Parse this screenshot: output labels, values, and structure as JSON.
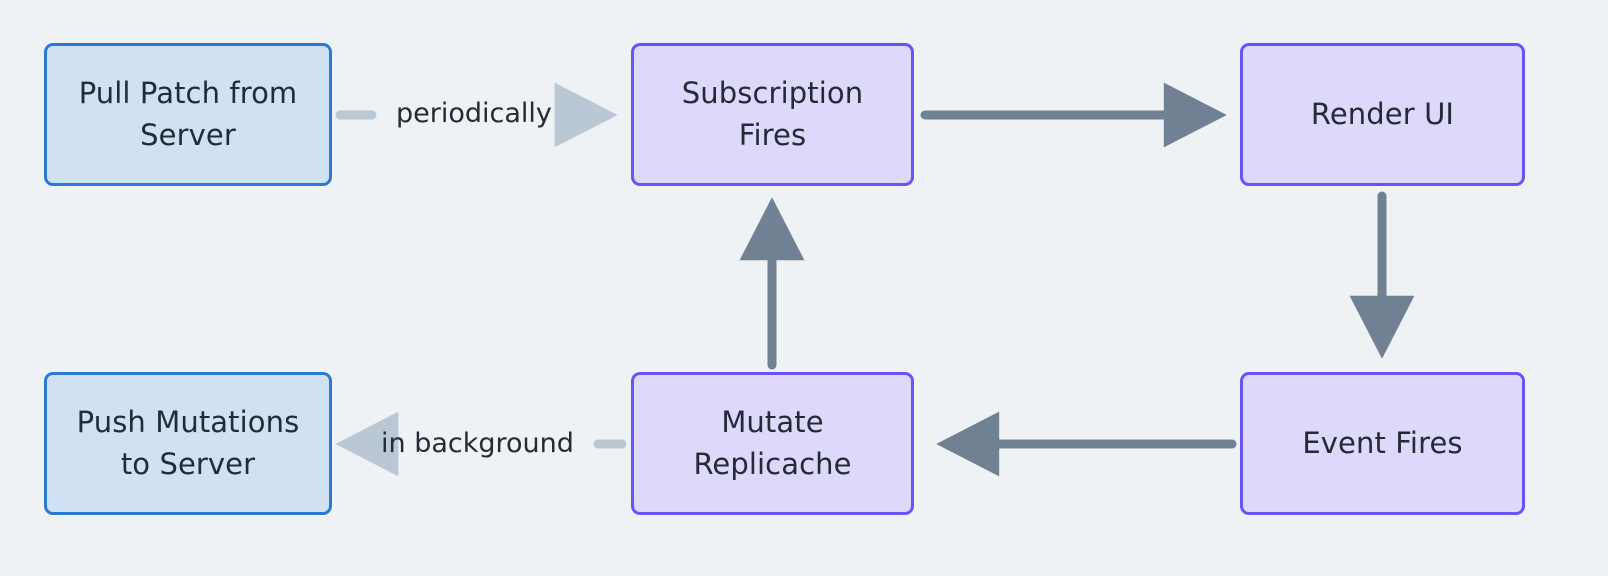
{
  "diagram": {
    "type": "flowchart",
    "background_color": "#eff2f5",
    "node_styles": {
      "blue": {
        "fill": "#cfe1f3",
        "stroke": "#2b7ad2"
      },
      "purple": {
        "fill": "#ded9fb",
        "stroke": "#6a52f5"
      }
    },
    "edge_colors": {
      "solid": "#6f8193",
      "label_stub": "#bac8d6"
    },
    "text_color": "#232b36",
    "nodes": [
      {
        "id": "pull",
        "label": "Pull Patch from\nServer",
        "style": "blue"
      },
      {
        "id": "sub",
        "label": "Subscription\nFires",
        "style": "purple"
      },
      {
        "id": "render",
        "label": "Render UI",
        "style": "purple"
      },
      {
        "id": "push",
        "label": "Push Mutations\nto Server",
        "style": "blue"
      },
      {
        "id": "mutate",
        "label": "Mutate\nReplicache",
        "style": "purple"
      },
      {
        "id": "event",
        "label": "Event Fires",
        "style": "purple"
      }
    ],
    "edges": [
      {
        "from": "pull",
        "to": "sub",
        "label": "periodically",
        "direction": "right"
      },
      {
        "from": "sub",
        "to": "render",
        "label": "",
        "direction": "right"
      },
      {
        "from": "render",
        "to": "event",
        "label": "",
        "direction": "down"
      },
      {
        "from": "event",
        "to": "mutate",
        "label": "",
        "direction": "left"
      },
      {
        "from": "mutate",
        "to": "push",
        "label": "in background",
        "direction": "left"
      },
      {
        "from": "mutate",
        "to": "sub",
        "label": "",
        "direction": "up"
      }
    ]
  }
}
